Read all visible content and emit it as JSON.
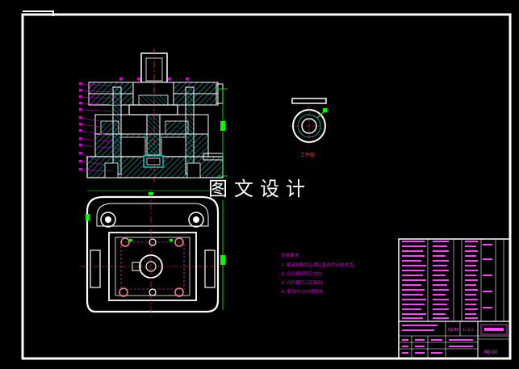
{
  "colors": {
    "background": "#000000",
    "border": "#ffffff",
    "section_lines": "#ffffff",
    "cross_hatch": "#00c8c8",
    "dimension": "#00ff00",
    "center_line": "#ff3030",
    "note_text": "#d000d0",
    "title_block_text": "#ff40ff",
    "holes": "#ff8080"
  },
  "watermark": {
    "text": "图文设计"
  },
  "drawing": {
    "detail_view_label": "工件图",
    "notes": {
      "heading": "技术要求:",
      "items": [
        "1. 模具装配后应保证各部件动作灵活;",
        "2. 凸凹模间隙应均匀;",
        "3. 凸凹模刃口应锋利;",
        "4. 使用HT200铸铁件."
      ]
    },
    "title_block": {
      "material": "Q235",
      "thickness": "t=1.5",
      "drawing_code": "MJ-00"
    }
  }
}
